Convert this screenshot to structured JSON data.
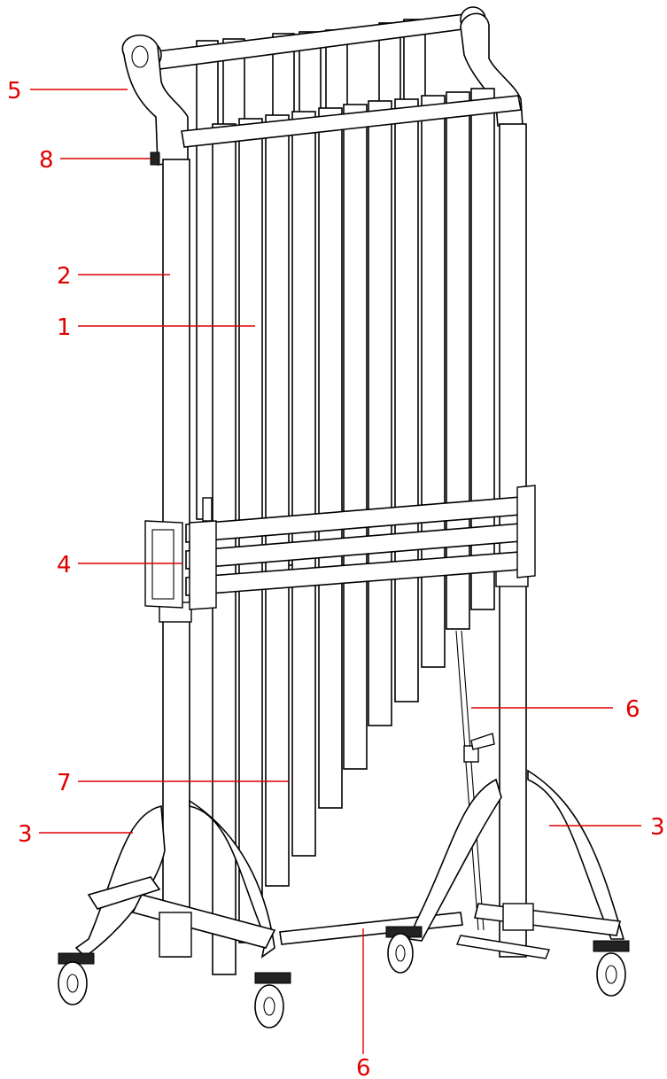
{
  "diagram": {
    "callouts": [
      {
        "id": "c5",
        "label": "5"
      },
      {
        "id": "c8",
        "label": "8"
      },
      {
        "id": "c2",
        "label": "2"
      },
      {
        "id": "c1",
        "label": "1"
      },
      {
        "id": "c4",
        "label": "4"
      },
      {
        "id": "c6a",
        "label": "6"
      },
      {
        "id": "c7",
        "label": "7"
      },
      {
        "id": "c3a",
        "label": "3"
      },
      {
        "id": "c3b",
        "label": "3"
      },
      {
        "id": "c6b",
        "label": "6"
      }
    ]
  },
  "colors": {
    "callout": "#e00000",
    "line_art": "#000000",
    "background": "#ffffff"
  }
}
